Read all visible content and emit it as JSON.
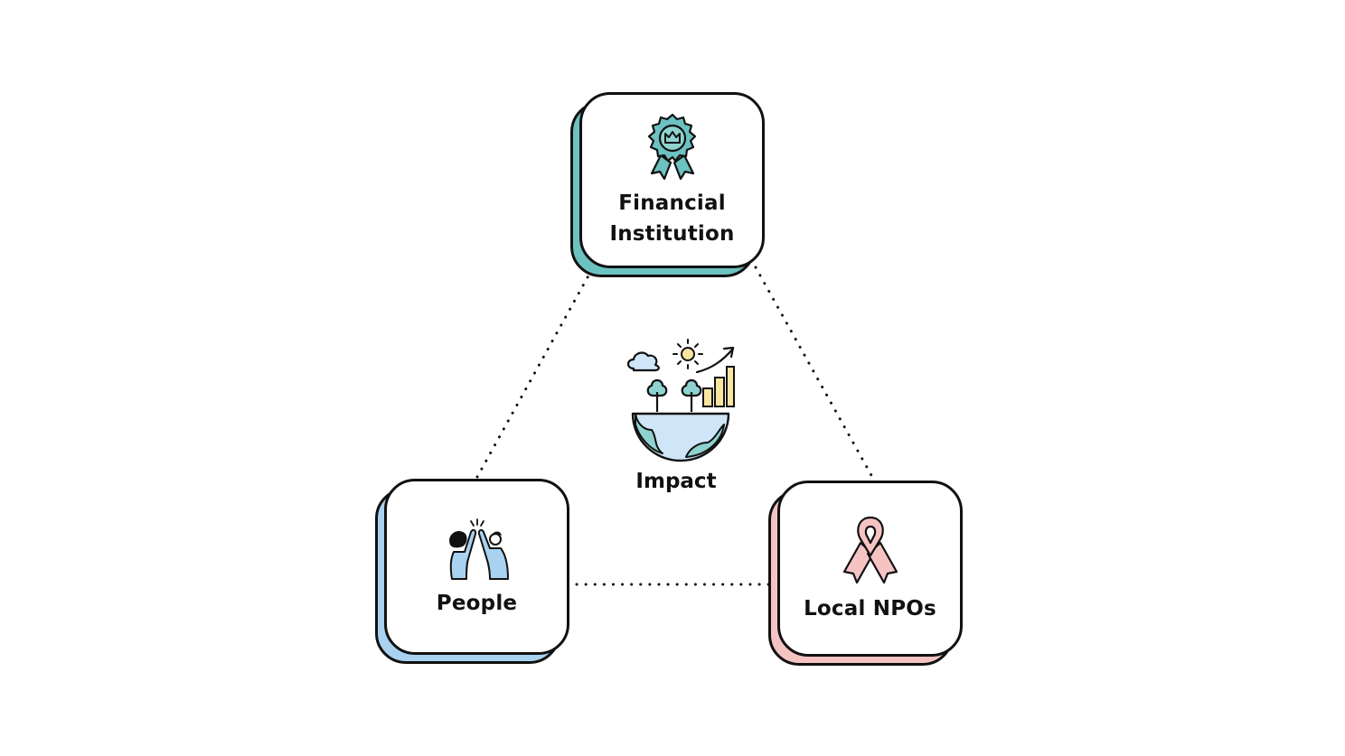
{
  "diagram": {
    "center": {
      "label": "Impact",
      "icon": "globe-growth-icon"
    },
    "nodes": [
      {
        "id": "financial-institution",
        "label_line1": "Financial",
        "label_line2": "Institution",
        "icon": "award-badge-icon",
        "accent": "#6cc2c0"
      },
      {
        "id": "people",
        "label": "People",
        "icon": "high-five-icon",
        "accent": "#a9d2f1"
      },
      {
        "id": "local-npos",
        "label": "Local NPOs",
        "icon": "awareness-ribbon-icon",
        "accent": "#f6c3c3"
      }
    ],
    "edges": [
      {
        "from": "financial-institution",
        "to": "people",
        "style": "dotted"
      },
      {
        "from": "financial-institution",
        "to": "local-npos",
        "style": "dotted"
      },
      {
        "from": "people",
        "to": "local-npos",
        "style": "dotted"
      }
    ]
  }
}
